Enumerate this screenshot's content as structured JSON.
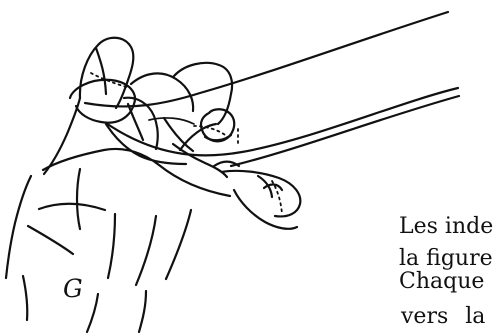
{
  "illustration": {
    "figure_label": "G",
    "icon": "hand-string-figure-icon"
  },
  "text": {
    "line1": "Les inde",
    "line2": "la figure",
    "line3": "Chaque",
    "line4": "vers la"
  },
  "colors": {
    "background": "#ffffff",
    "ink": "#111111"
  }
}
